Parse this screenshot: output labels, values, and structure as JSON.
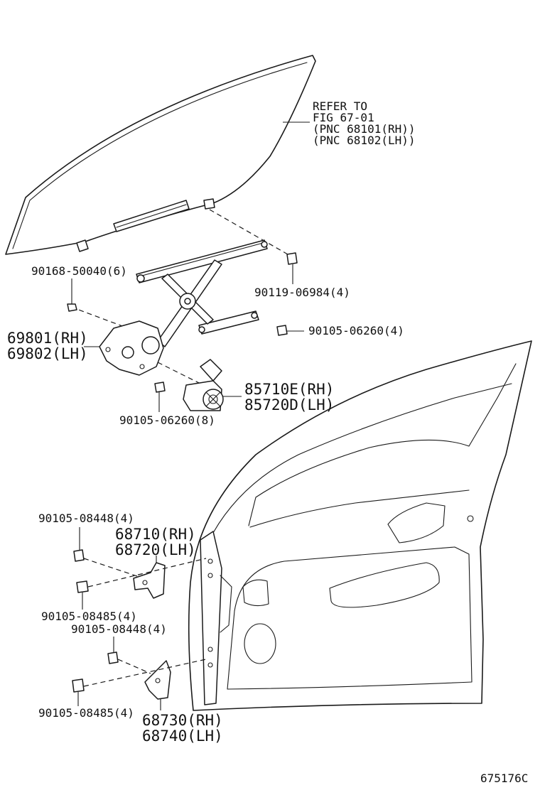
{
  "figure_id": "675176C",
  "glass_note": {
    "line1": "REFER TO",
    "line2": "FIG 67-01",
    "line3": "(PNC 68101(RH))",
    "line4": "(PNC 68102(LH))"
  },
  "parts": {
    "bolt_90168": "90168-50040(6)",
    "bolt_90119": "90119-06984(4)",
    "bolt_90105_06260_4": "90105-06260(4)",
    "regulator_rh": "69801(RH)",
    "regulator_lh": "69802(LH)",
    "motor_rh": "85710E(RH)",
    "motor_lh": "85720D(LH)",
    "bolt_90105_06260_8": "90105-06260(8)",
    "bolt_upper_08448": "90105-08448(4)",
    "hinge_upper_rh": "68710(RH)",
    "hinge_upper_lh": "68720(LH)",
    "bolt_upper_08485": "90105-08485(4)",
    "bolt_lower_08448": "90105-08448(4)",
    "bolt_lower_08485": "90105-08485(4)",
    "hinge_lower_rh": "68730(RH)",
    "hinge_lower_lh": "68740(LH)"
  }
}
